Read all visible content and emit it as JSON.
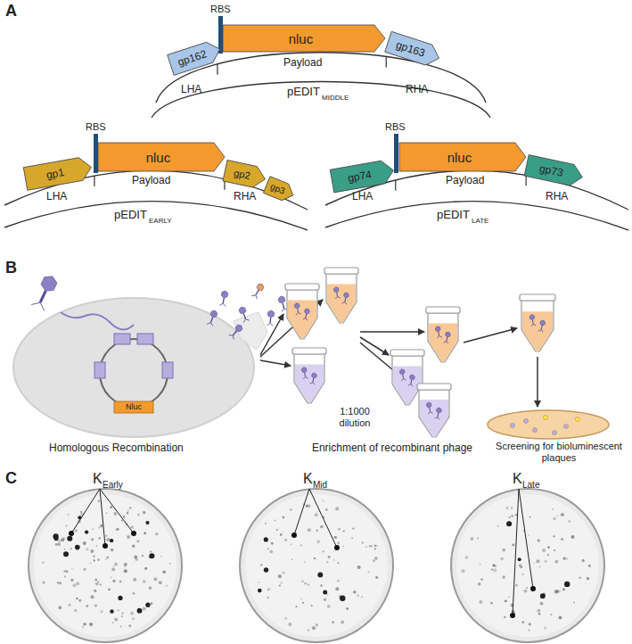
{
  "diagram": {
    "nodes": [
      {
        "text": [
          "gp162"
        ]
      },
      {
        "text": [
          "nluc"
        ]
      },
      {
        "text": [
          "gp163"
        ]
      },
      {
        "text": [
          "gp1"
        ]
      },
      {
        "text": [
          "nluc"
        ]
      },
      {
        "text": [
          "gp2"
        ]
      },
      {
        "text": [
          "gp3"
        ]
      },
      {
        "text": [
          "gp74"
        ]
      },
      {
        "text": [
          "nluc"
        ]
      },
      {
        "text": [
          "gp73"
        ]
      },
      {
        "text": [
          "Nluc"
        ]
      }
    ],
    "labels": [
      "A",
      "RBS",
      "LHA",
      "Payload",
      "RHA",
      "pEDIT",
      "MIDDLE",
      "RBS",
      "LHA",
      "Payload",
      "RHA",
      "pEDIT",
      "EARLY",
      "RBS",
      "LHA",
      "Payload",
      "RHA",
      "pEDIT",
      "LATE",
      "B",
      "Homologous Recombination",
      "Enrichment of recombinant phage",
      "1:1000 dilution",
      "Screening for bioluminescent plaques",
      "C",
      "K",
      "Early",
      "K",
      "Mid",
      "K",
      "Late"
    ]
  }
}
